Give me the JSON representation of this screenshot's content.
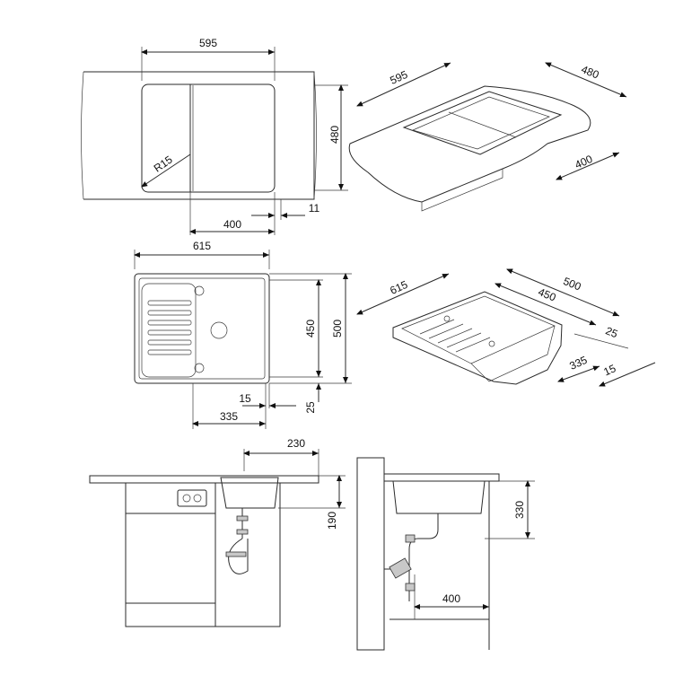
{
  "dimensions": {
    "top_plan": {
      "width": "595",
      "depth": "480",
      "bowl_offset": "400",
      "edge": "11",
      "radius": "R15"
    },
    "top_iso": {
      "width": "595",
      "depth": "480",
      "bowl": "400"
    },
    "mid_plan": {
      "width": "615",
      "depth_outer": "500",
      "depth_inner": "450",
      "drain_offset": "335",
      "drain_edge": "15",
      "rim": "25"
    },
    "mid_iso": {
      "width": "615",
      "depth_outer": "500",
      "depth_inner": "450",
      "rim": "25",
      "drain_offset": "335",
      "drain_edge": "15"
    },
    "side_front": {
      "drain_pos": "230",
      "bowl_depth": "190"
    },
    "side_section": {
      "bowl_depth": "330",
      "trap_offset": "400"
    }
  }
}
